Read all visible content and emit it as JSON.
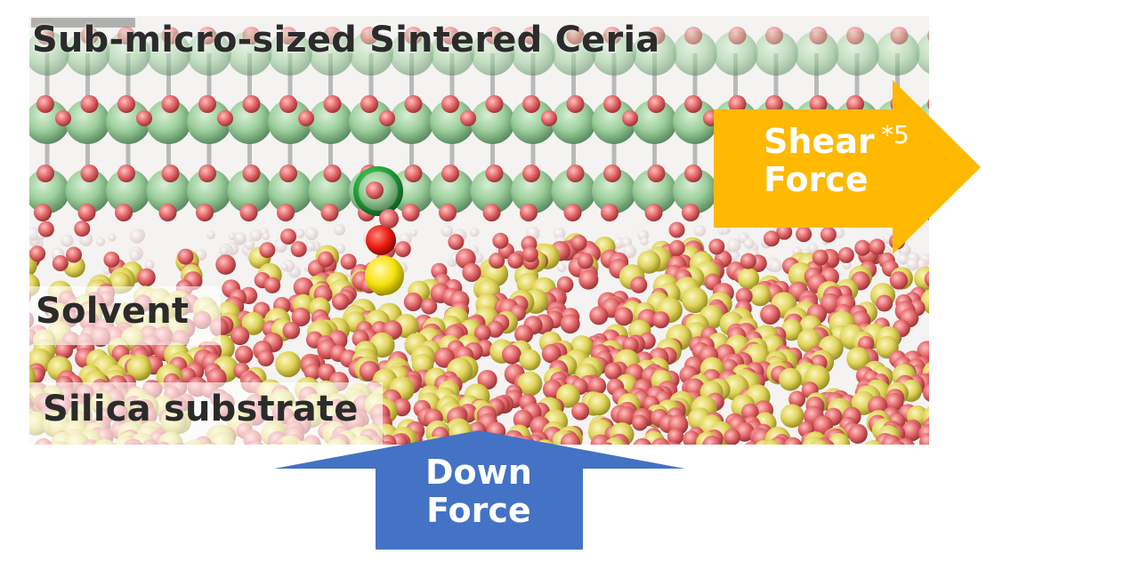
{
  "figure": {
    "title_label": "Sub-micro-sized Sintered Ceria",
    "layers": {
      "solvent_label": "Solvent",
      "substrate_label": "Silica substrate"
    },
    "arrows": {
      "shear": {
        "line1": "Shear",
        "line2": "Force",
        "note": "*5",
        "color": "#FFB900"
      },
      "down": {
        "line1": "Down",
        "line2": "Force",
        "color": "#4472C4"
      }
    },
    "atom_colors": {
      "cerium": "#9ccf9c",
      "oxygen": "#e4676a",
      "silicon": "#e6dc5a",
      "solvent": "#e8d6d6",
      "highlight_cerium": "#1fa03a",
      "highlight_oxygen": "#ee1a12",
      "highlight_silicon": "#f5e20a"
    }
  }
}
